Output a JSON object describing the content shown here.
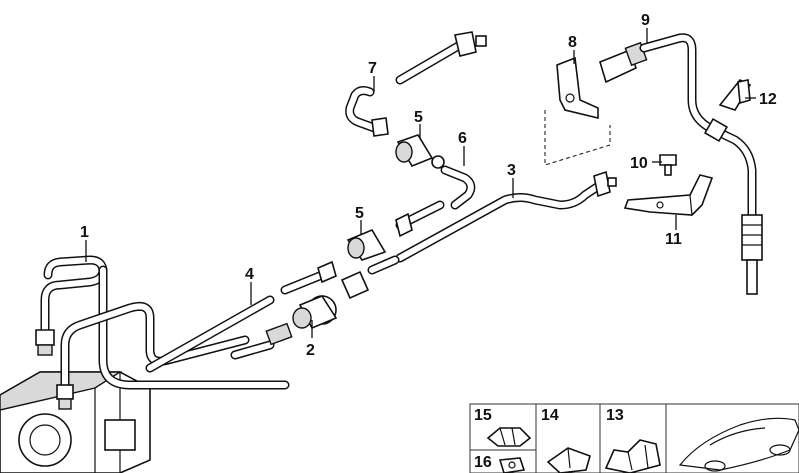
{
  "callouts": {
    "c1": "1",
    "c2": "2",
    "c3": "3",
    "c4": "4",
    "c5a": "5",
    "c5b": "5",
    "c6": "6",
    "c7": "7",
    "c8": "8",
    "c9": "9",
    "c10": "10",
    "c11": "11",
    "c12": "12",
    "c13": "13",
    "c14": "14",
    "c15": "15",
    "c16": "16"
  },
  "colors": {
    "line": "#111111",
    "shade": "#d9d9d9",
    "background": "#ffffff"
  }
}
